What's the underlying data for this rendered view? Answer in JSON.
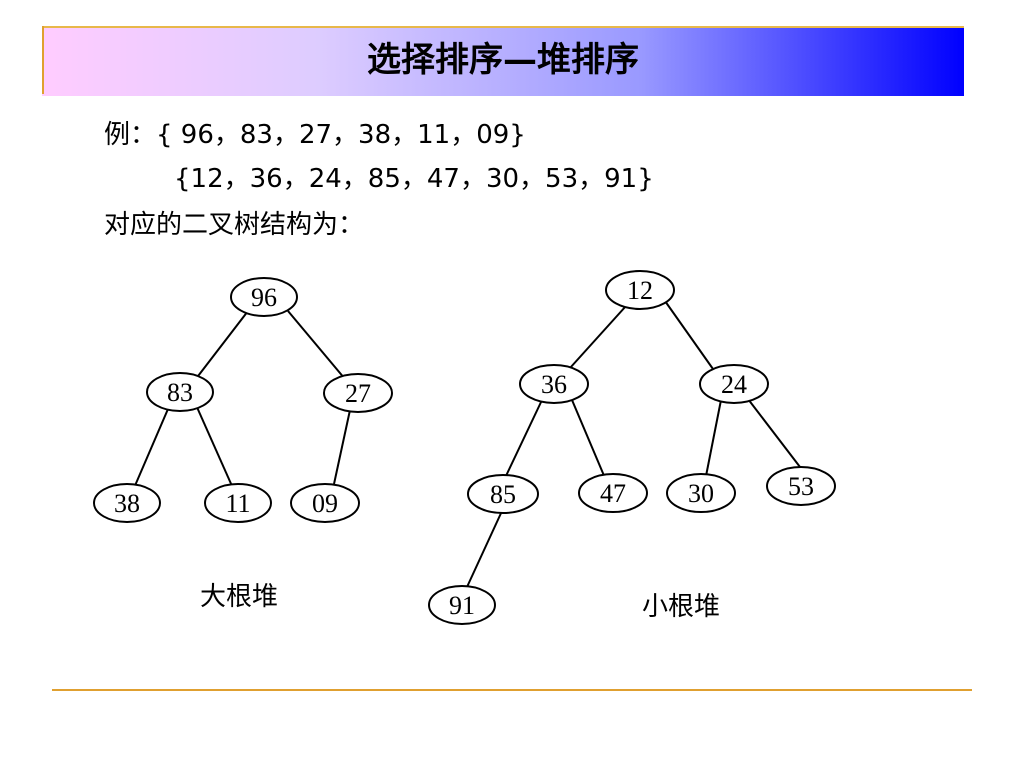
{
  "title": "选择排序—堆排序",
  "example": {
    "line1": "例：{ 96，83，27，38，11，09}",
    "line2": "{12，36，24，85，47，30，53，91}",
    "line3": "对应的二叉树结构为："
  },
  "max_heap": {
    "label": "大根堆",
    "nodes": [
      "96",
      "83",
      "27",
      "38",
      "11",
      "09"
    ]
  },
  "min_heap": {
    "label": "小根堆",
    "nodes": [
      "12",
      "36",
      "24",
      "85",
      "47",
      "30",
      "53",
      "91"
    ]
  },
  "colors": {
    "title_gradient_start": "#ffccff",
    "title_gradient_end": "#0000ff",
    "accent_rule": "#e0a030"
  }
}
